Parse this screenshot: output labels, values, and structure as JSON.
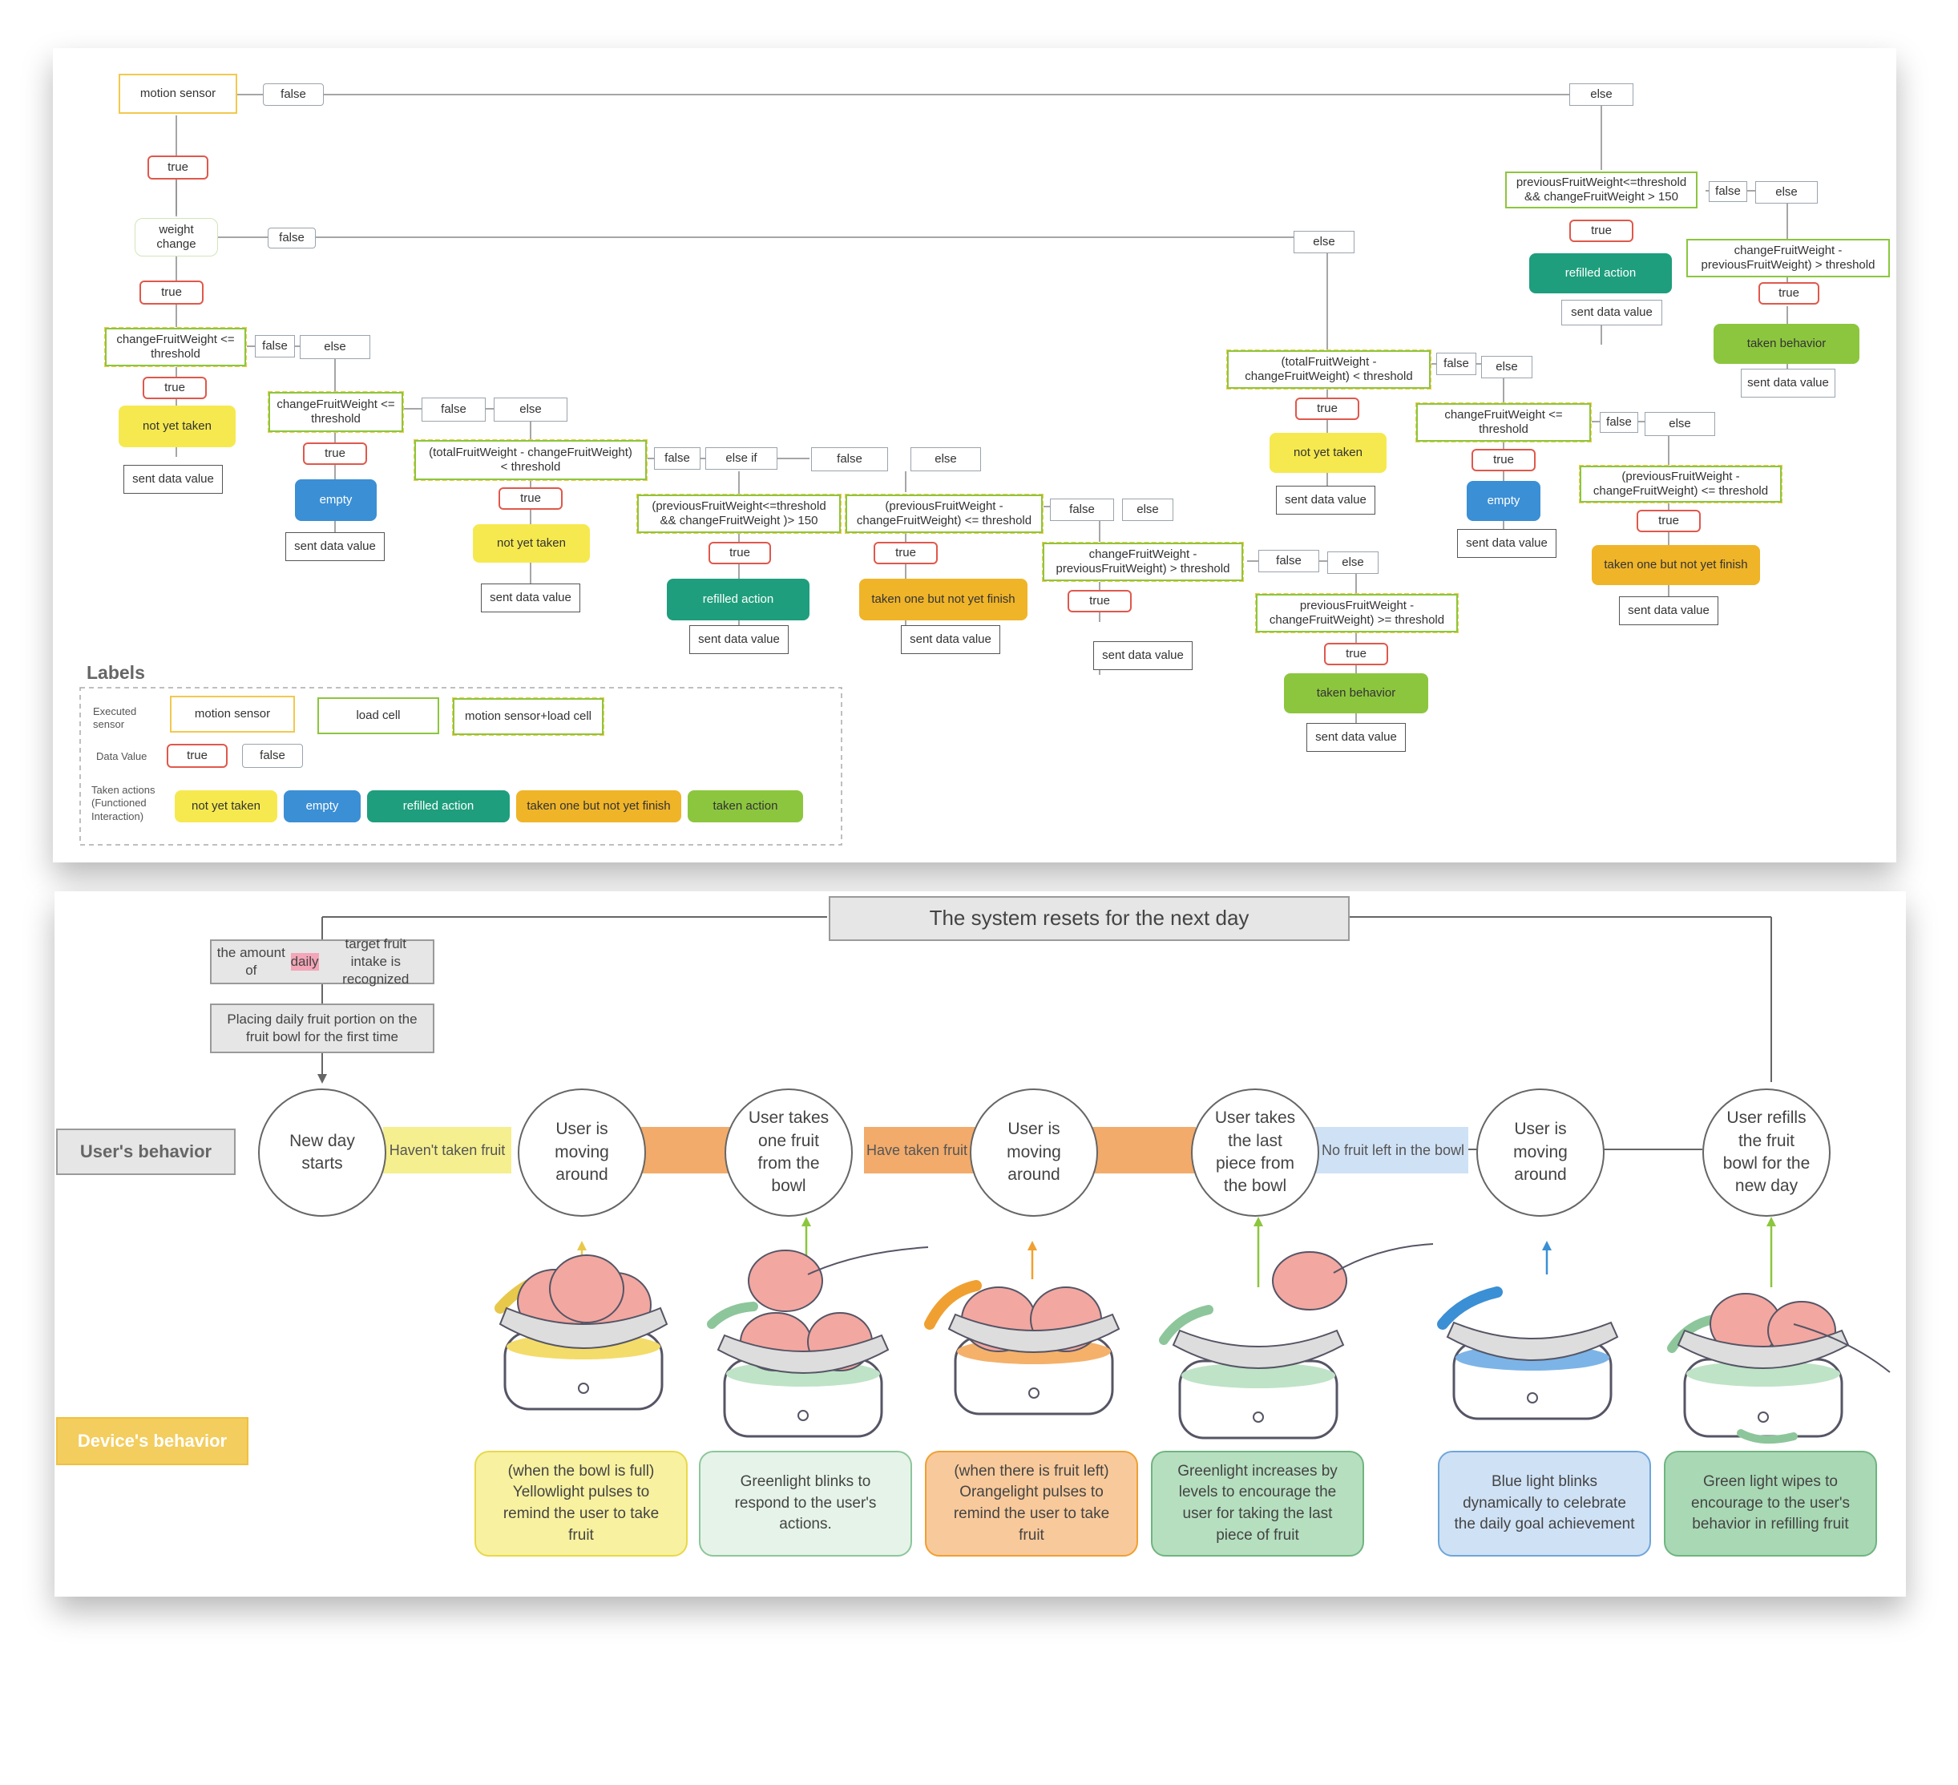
{
  "flowchart": {
    "motion_sensor": "motion sensor",
    "false": "false",
    "true": "true",
    "else": "else",
    "else_if": "else if",
    "weight_change": "weight\nchange",
    "cond_change_le": "changeFruitWeight <=\nthreshold",
    "cond_total_minus": "(totalFruitWeight - changeFruitWeight)\n< threshold",
    "cond_total_minus_r": "(totalFruitWeight -\nchangeFruitWeight) < threshold",
    "cond_prev_le_150": "(previousFruitWeight<=threshold\n&& changeFruitWeight )> 150",
    "cond_prev_minus_le": "(previousFruitWeight -\nchangeFruitWeight) <= threshold",
    "cond_change_minus_gt": "changeFruitWeight -\npreviousFruitWeight) > threshold",
    "cond_prev_minus_ge": "previousFruitWeight -\nchangeFruitWeight) >= threshold",
    "cond_right_prev_150": "previousFruitWeight<=threshold\n&& changeFruitWeight > 150",
    "cond_right_change_minus": "changeFruitWeight -\npreviousFruitWeight) > threshold",
    "cond_right_prev_minus_le": "(previousFruitWeight -\nchangeFruitWeight) <= threshold",
    "sent": "sent data value",
    "not_yet_taken": "not yet taken",
    "empty": "empty",
    "refilled_action": "refilled action",
    "taken_one": "taken one but not yet finish",
    "taken_behavior": "taken behavior",
    "labels_title": "Labels",
    "legend": {
      "executed_sensor": "Executed\nsensor",
      "data_value": "Data Value",
      "taken_actions": "Taken actions\n(Functioned\nInteraction)",
      "motion_sensor": "motion sensor",
      "load_cell": "load cell",
      "both": "motion sensor+load cell",
      "true": "true",
      "false": "false",
      "not_yet_taken": "not yet taken",
      "empty": "empty",
      "refilled_action": "refilled action",
      "taken_one": "taken one but not yet finish",
      "taken_action": "taken action"
    }
  },
  "journey": {
    "reset": "The system resets for the next day",
    "step1_prefix": "the amount of ",
    "step1_highlight": "daily",
    "step1_suffix": " target fruit\nintake is recognized",
    "step2": "Placing daily fruit portion on the\nfruit bowl for the first time",
    "users_behavior": "User's behavior",
    "devices_behavior": "Device's behavior",
    "circles": [
      "New day\nstarts",
      "User is\nmoving\naround",
      "User takes\none fruit\nfrom the\nbowl",
      "User is\nmoving\naround",
      "User takes\nthe last\npiece from\nthe bowl",
      "User is\nmoving\naround",
      "User refills\nthe fruit\nbowl for the\nnew day"
    ],
    "bands": [
      "Haven't taken fruit",
      "Have taken fruit",
      "No fruit left in the bowl"
    ],
    "descriptions": [
      "(when the bowl is full)\nYellowlight pulses to\nremind the user to take\nfruit",
      "Greenlight blinks to\nrespond to the user's\nactions.",
      "(when there is fruit left)\nOrangelight pulses to\nremind the user to take\nfruit",
      "Greenlight increases by\nlevels to encourage the\nuser for taking the last\npiece of fruit",
      "Blue light blinks\ndynamically to celebrate\nthe daily goal achievement",
      "Green light wipes to\nencourage to the user's\nbehavior in refilling fruit"
    ]
  },
  "colors": {
    "motion": "#f2c94c",
    "load": "#8cc63f",
    "true": "#e0584b",
    "yellow": "#f5e94f",
    "blue": "#3b8fd4",
    "teal": "#1f9e7e",
    "orange": "#f0b429",
    "green": "#8cc63f",
    "peach": "#f2a7a0"
  }
}
